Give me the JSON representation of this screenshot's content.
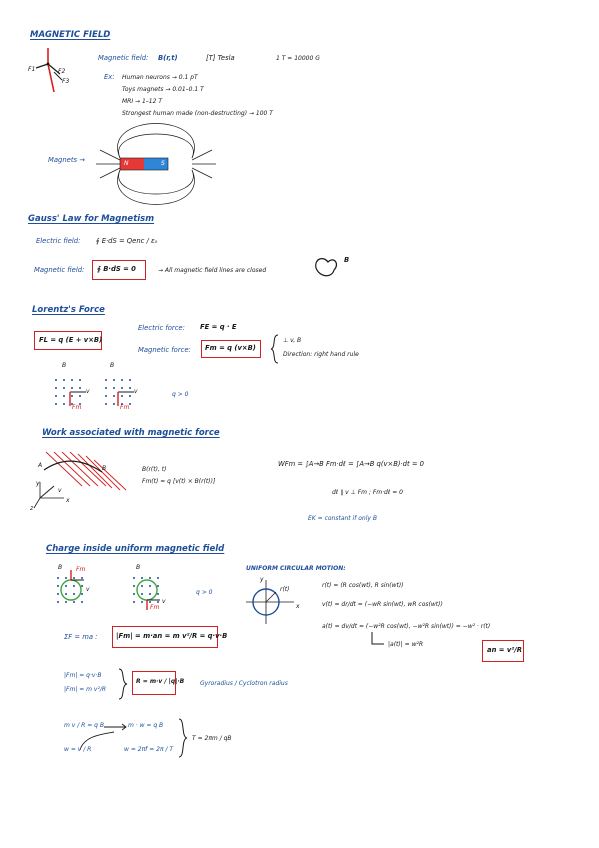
{
  "colors": {
    "ink": "#1a1a1a",
    "blue": "#1e4e9a",
    "red": "#d42020",
    "magnet_red": "#e53935",
    "magnet_blue": "#2f86d6",
    "green": "#3aa83a"
  },
  "sections": {
    "magnetic_field": {
      "title": "MAGNETIC FIELD",
      "definition_label": "Magnetic field:",
      "definition_symbol": "B(r,t)",
      "unit": "[T] Tesla",
      "conversion": "1 T = 10000 G",
      "examples_label": "Ex:",
      "examples": [
        "Human neurons → 0.1 pT",
        "Toys magnets → 0.01–0.1 T",
        "MRI → 1–12 T",
        "Strongest human made (non-destructing) → 100 T"
      ],
      "magnets_label": "Magnets →",
      "magnet_poles": [
        "N",
        "S"
      ],
      "axis_labels": [
        "F1",
        "F2",
        "F3"
      ]
    },
    "gauss": {
      "title": "Gauss' Law for Magnetism",
      "electric_label": "Electric field:",
      "electric_eq": "∮ E·dS = Qenc / ε₀",
      "magnetic_label": "Magnetic field:",
      "magnetic_eq": "∮ B·dS = 0",
      "note": "→ All magnetic field lines are closed",
      "b_symbol": "B"
    },
    "lorentz": {
      "title": "Lorentz's Force",
      "lorentz_eq": "FL = q (E + v×B)",
      "electric_force_label": "Electric force:",
      "electric_force_eq": "FE = q · E",
      "magnetic_force_label": "Magnetic force:",
      "magnetic_force_eq": "Fm = q (v×B)",
      "perp_note": "⊥ v, B",
      "direction_note": "Direction: right hand rule",
      "b_label": "B",
      "v_label": "v",
      "fm_label": "Fm",
      "charge_note": "q > 0"
    },
    "work": {
      "title": "Work associated with magnetic force",
      "field_eq": "B(r(t), t)",
      "force_eq": "Fm(t) = q [v(t) × B(r(t))]",
      "work_eq": "WFm = ∫A→B Fm·dℓ = ∫A→B q(v×B)·dt = 0",
      "perp_eq": "dℓ ∥ v  ⊥ Fm ;  Fm·dℓ = 0",
      "ek_note": "EK = constant  if only B",
      "labels": [
        "A",
        "B",
        "v",
        "x",
        "y",
        "z"
      ]
    },
    "circular": {
      "title": "Charge inside uniform magnetic field",
      "b_label": "B",
      "v_label": "v",
      "fm_label": "Fm",
      "charge_note": "q > 0",
      "ucm_title": "UNIFORM CIRCULAR MOTION:",
      "ucm_axis": [
        "y",
        "x",
        "r(t)"
      ],
      "position_eq": "r(t) = (R cos(wt), R sin(wt))",
      "velocity_eq": "v(t) = dr/dt = (−wR sin(wt), wR cos(wt))",
      "accel_eq": "a(t) = dv/dt = (−w²R cos(wt), −w²R sin(wt))  =  −w² · r(t)",
      "accel_mag": "|a(t)| = w²R",
      "an_eq": "an = v²/R",
      "newton_eq": "ΣF = ma :",
      "centripetal_eq": "|Fm| = m·an = m v²/R = q·v·B",
      "fm1": "|Fm| = q·v·B",
      "fm2": "|Fm| = m v²/R",
      "radius_eq": "R = m·v / |q|·B",
      "radius_note": "Gyroradius / Cyclotron radius",
      "step1": "m v / R = q B",
      "step2": "m · w = q B",
      "step3": "w = v / R",
      "step4": "w = 2πf = 2π / T",
      "period_eq": "T = 2πm / qB"
    }
  }
}
